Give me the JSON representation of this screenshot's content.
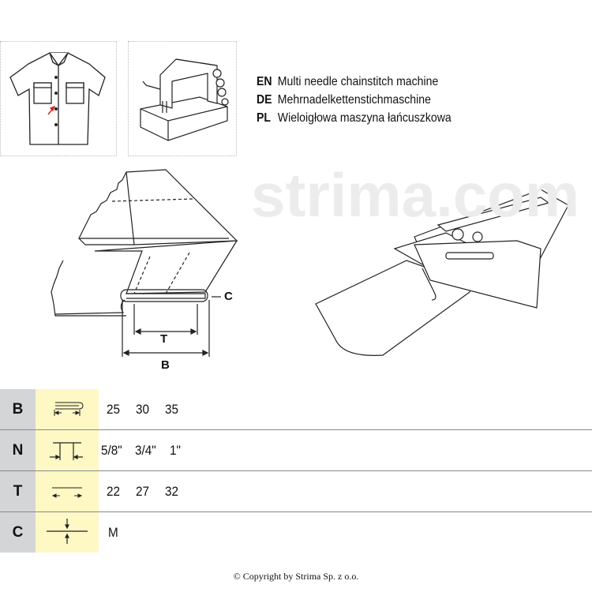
{
  "descriptions": [
    {
      "lang": "EN",
      "text": "Multi needle chainstitch machine"
    },
    {
      "lang": "DE",
      "text": "Mehrnadelkettenstichmaschine"
    },
    {
      "lang": "PL",
      "text": "Wieloigłowa maszyna łańcuszkowa"
    }
  ],
  "diagram_labels": {
    "c": "C",
    "t": "T",
    "b": "B"
  },
  "watermark": "strima.com",
  "table": [
    {
      "key": "B",
      "icon": "width-b-icon",
      "values": [
        "25",
        "30",
        "35"
      ]
    },
    {
      "key": "N",
      "icon": "needle-gauge-icon",
      "values": [
        "5/8\"",
        "3/4\"",
        "1\""
      ]
    },
    {
      "key": "T",
      "icon": "width-t-icon",
      "values": [
        "22",
        "27",
        "32"
      ]
    },
    {
      "key": "C",
      "icon": "thickness-icon",
      "values": [
        "M"
      ]
    }
  ],
  "copyright": "© Copyright by Strima Sp. z o.o."
}
